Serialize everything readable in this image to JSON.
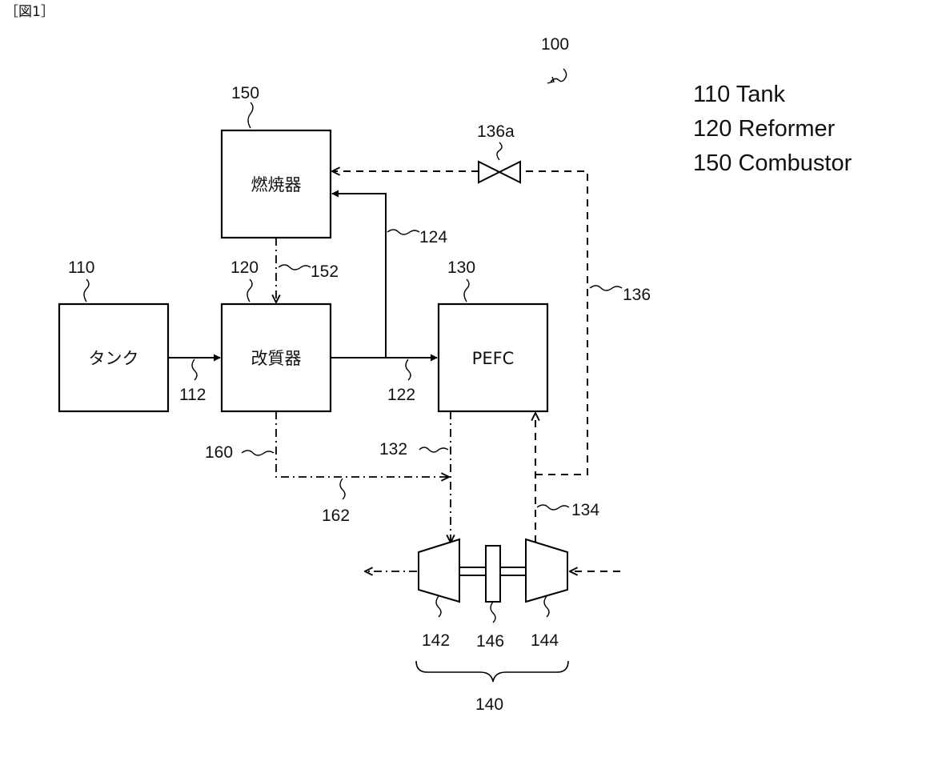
{
  "figure_label": "［図1］",
  "system_ref": "100",
  "legend": [
    {
      "text": "110 Tank"
    },
    {
      "text": "120 Reformer"
    },
    {
      "text": "150 Combustor"
    }
  ],
  "blocks": {
    "combustor": {
      "ref": "150",
      "text": "燃焼器"
    },
    "tank": {
      "ref": "110",
      "text": "タンク"
    },
    "reformer": {
      "ref": "120",
      "text": "改質器"
    },
    "pefc": {
      "ref": "130",
      "text": "PEFC"
    }
  },
  "lines": {
    "l112": "112",
    "l122": "122",
    "l124": "124",
    "l152": "152",
    "l136": "136",
    "l136a": "136a",
    "l132": "132",
    "l134": "134",
    "l160": "160",
    "l162": "162"
  },
  "turbo": {
    "expander": "142",
    "motor": "146",
    "compressor": "144",
    "group": "140"
  }
}
